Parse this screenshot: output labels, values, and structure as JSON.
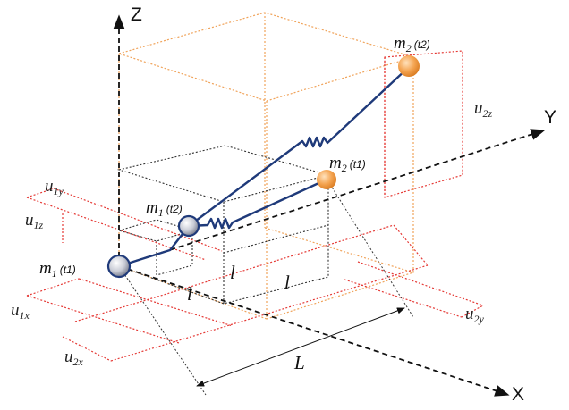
{
  "axes": {
    "x": "X",
    "y": "Y",
    "z": "Z"
  },
  "masses": {
    "m1_t1": {
      "symbol": "m",
      "subscript": "1",
      "time": "(t1)"
    },
    "m1_t2": {
      "symbol": "m",
      "subscript": "1",
      "time": "(t2)"
    },
    "m2_t1": {
      "symbol": "m",
      "subscript": "2",
      "time": "(t1)"
    },
    "m2_t2": {
      "symbol": "m",
      "subscript": "2",
      "time": "(t2)"
    }
  },
  "displacements": {
    "u1y": {
      "symbol": "u",
      "subscript": "1y"
    },
    "u1z": {
      "symbol": "u",
      "subscript": "1z"
    },
    "u1x": {
      "symbol": "u",
      "subscript": "1x"
    },
    "u2x": {
      "symbol": "u",
      "subscript": "2x"
    },
    "u2y": {
      "symbol": "u",
      "subscript": "2y"
    },
    "u2z": {
      "symbol": "u",
      "subscript": "2z"
    }
  },
  "lengths": {
    "l_a": "l",
    "l_b": "l",
    "l_c": "l",
    "L": "L"
  },
  "colors": {
    "mass1": "#c9ccd6",
    "mass2": "#f4a451",
    "link": "#1f3a7a",
    "displacement": "#e53935",
    "m2_box": "#f0a35a",
    "m1_box": "#333333",
    "axis": "#111111"
  }
}
